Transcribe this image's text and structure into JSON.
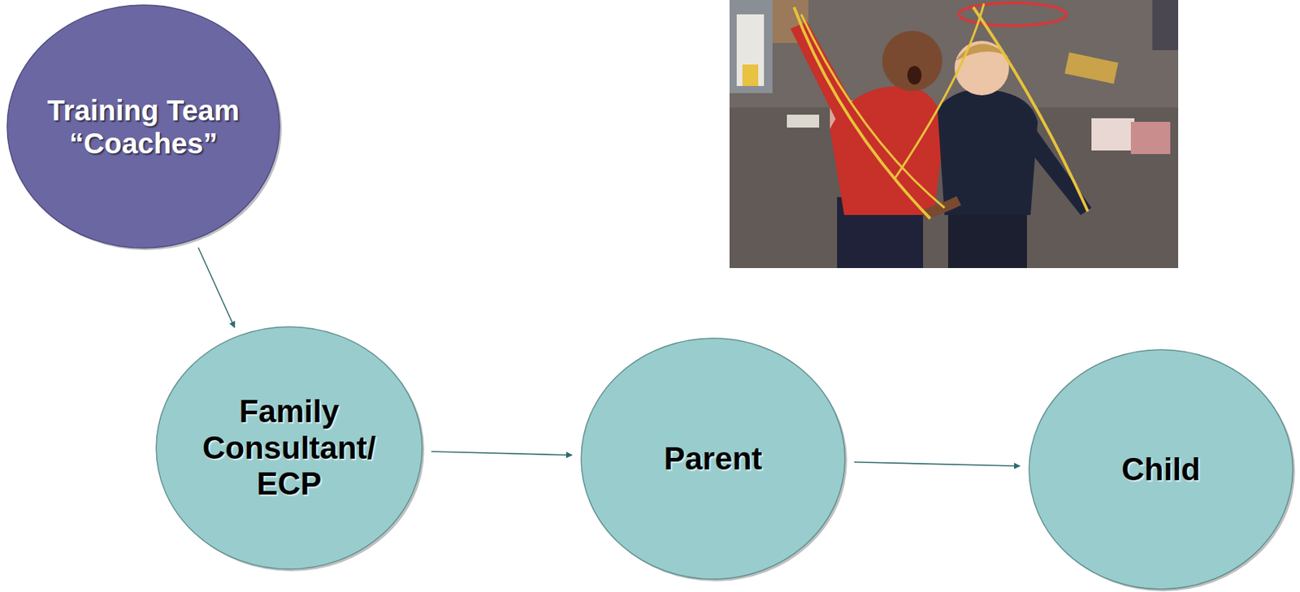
{
  "diagram": {
    "nodes": [
      {
        "text": [
          "Training Team “Coaches”"
        ]
      },
      {
        "text": [
          "Family Consultant/ ECP"
        ]
      },
      {
        "text": [
          "Parent"
        ]
      },
      {
        "text": [
          "Child"
        ]
      }
    ],
    "edges": [
      {
        "from": 0,
        "to": 1,
        "arrow": "to"
      },
      {
        "from": 1,
        "to": 2,
        "arrow": "to"
      },
      {
        "from": 2,
        "to": 3,
        "arrow": "to"
      }
    ]
  }
}
